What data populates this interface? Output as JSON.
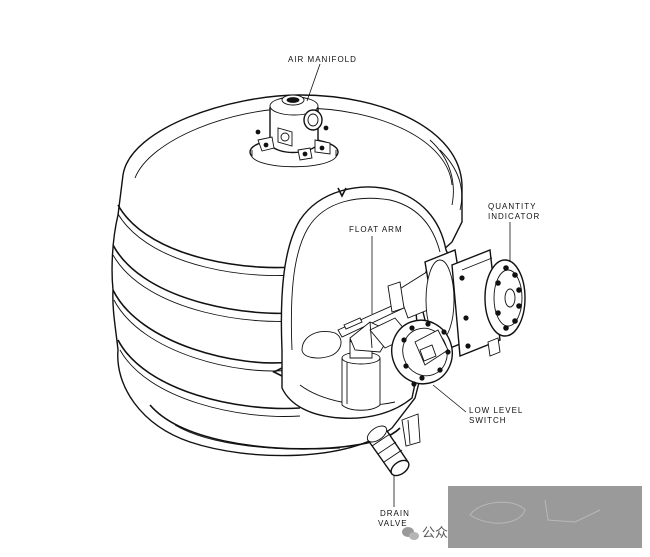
{
  "labels": {
    "air_manifold": "AIR MANIFOLD",
    "quantity_indicator": [
      "QUANTITY",
      "INDICATOR"
    ],
    "float_arm": "FLOAT ARM",
    "low_level_switch": [
      "LOW LEVEL",
      "SWITCH"
    ],
    "drain_valve": [
      "DRAIN",
      "VALVE"
    ]
  },
  "watermark": {
    "text": "公众"
  },
  "colors": {
    "ink": "#111111",
    "background": "#ffffff",
    "watermark_panel": "#9a9a9a"
  }
}
